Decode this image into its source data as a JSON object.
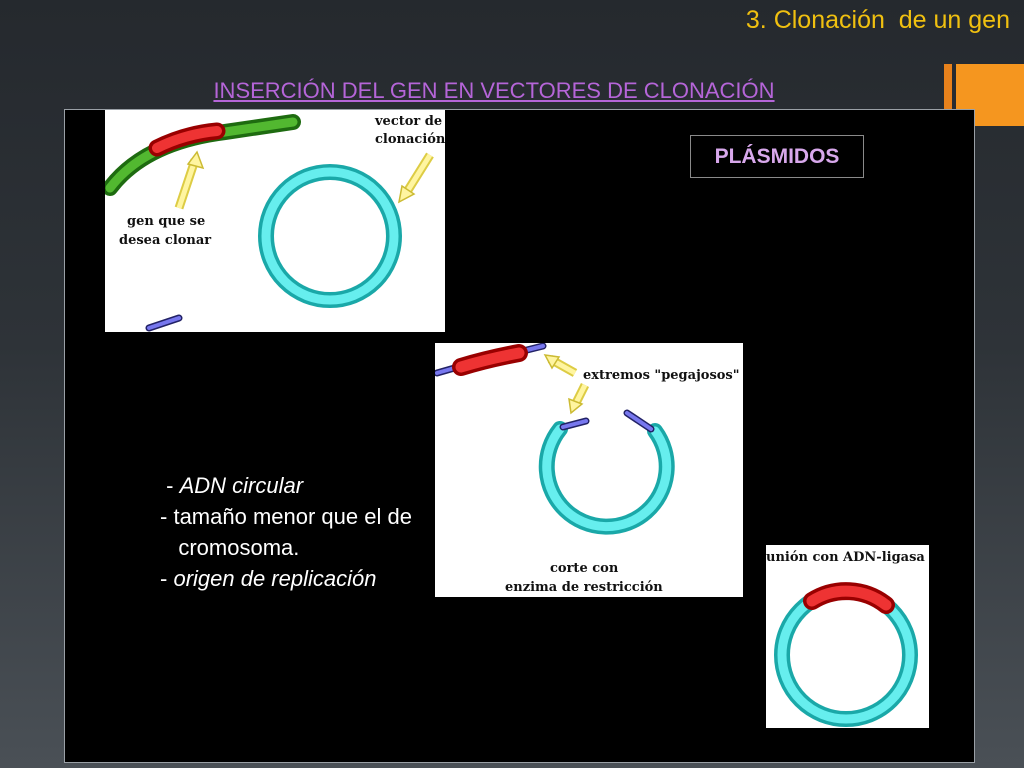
{
  "header": {
    "title": "3. Clonación  de un gen",
    "subtitle": "INSERCIÓN DEL GEN EN VECTORES DE CLONACIÓN"
  },
  "badge": {
    "label": "PLÁSMIDOS"
  },
  "figure1": {
    "label_vector": [
      "vector de",
      "clonación"
    ],
    "label_gene": [
      "gen que se",
      "desea clonar"
    ]
  },
  "figure2": {
    "label_ends": "extremos \"pegajosos\"",
    "label_cut": [
      "corte con",
      "enzima de restricción"
    ]
  },
  "figure3": {
    "label_ligase": "unión con ADN-ligasa"
  },
  "bullets": [
    {
      "dash": "- ",
      "text": "ADN circular"
    },
    {
      "dash": "- ",
      "text": "tamaño menor que el de"
    },
    {
      "dash": "",
      "text": "cromosoma."
    },
    {
      "dash": "- ",
      "text": "origen de replicación"
    }
  ],
  "colors": {
    "title": "#f0c010",
    "subtitle": "#b565d8",
    "accent": "#f5961f",
    "plasmid": "#33dddd",
    "insert": "#dd2222",
    "dna": "#339922"
  }
}
